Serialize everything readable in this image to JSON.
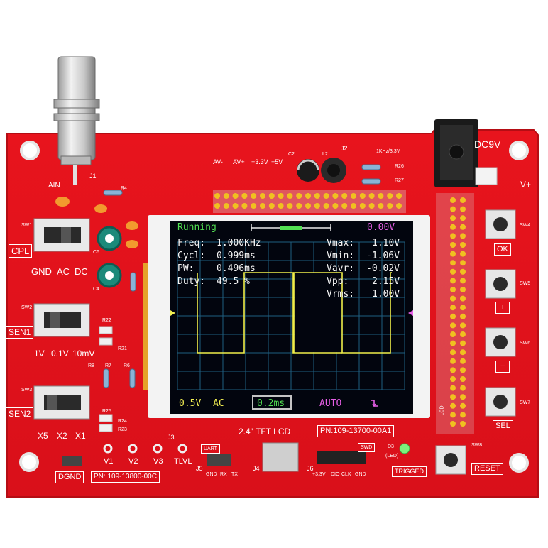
{
  "board": {
    "dc_label": "DC9V",
    "vplus_label": "V+",
    "ain_label": "AIN",
    "j1": "J1",
    "j2": "J2",
    "j3": "J3",
    "j4": "J4",
    "j5": "J5",
    "j6": "J6",
    "power_rails": [
      "AV-",
      "AV+",
      "+3.3V",
      "+5V"
    ],
    "cal_label": "1KHz/3.3V",
    "cpl_label": "CPL",
    "cpl_modes": [
      "GND",
      "AC",
      "DC"
    ],
    "sen1_label": "SEN1",
    "sen1_modes": [
      "1V",
      "0.1V",
      "10mV"
    ],
    "sen2_label": "SEN2",
    "sen2_modes": [
      "X5",
      "X2",
      "X1"
    ],
    "sw_labels": [
      "SW1",
      "SW2",
      "SW3",
      "SW4",
      "SW5",
      "SW6",
      "SW7",
      "SW8"
    ],
    "buttons": [
      "OK",
      "+",
      "−",
      "SEL"
    ],
    "reset_label": "RESET",
    "trigged_label": "TRIGGED",
    "d3_label": "D3",
    "led_label": "(LED)",
    "test_points": [
      "V1",
      "V2",
      "V3",
      "TLVL"
    ],
    "dgnd_label": "DGND",
    "pn_main": "PN: 109-13800-00C",
    "lcd_caption": "2.4\" TFT LCD",
    "pn_lcd": "PN:109-13700-00A1",
    "uart_label": "UART",
    "uart_pins": [
      "GND",
      "RX",
      "TX"
    ],
    "swd_label": "SWD",
    "swd_pins": [
      "+3.3V",
      "DIO",
      "CLK",
      "GND"
    ],
    "lcd_pin_label": "LCD",
    "components": [
      "R4",
      "C6",
      "C4",
      "R22",
      "R21",
      "R8",
      "R7",
      "R6",
      "R25",
      "R24",
      "R23",
      "R26",
      "R27",
      "L2",
      "C2"
    ]
  },
  "scope": {
    "status": "Running",
    "trigger_level": "0.00V",
    "measurements_left": [
      {
        "label": "Freq:",
        "value": "1.000KHz"
      },
      {
        "label": "Cycl:",
        "value": "0.999ms"
      },
      {
        "label": "PW:",
        "value": "0.496ms"
      },
      {
        "label": "Duty:",
        "value": "49.5 %"
      }
    ],
    "measurements_right": [
      {
        "label": "Vmax:",
        "value": "1.10V"
      },
      {
        "label": "Vmin:",
        "value": "-1.06V"
      },
      {
        "label": "Vavr:",
        "value": "-0.02V"
      },
      {
        "label": "Vpp:",
        "value": "2.15V"
      },
      {
        "label": "Vrms:",
        "value": "1.00V"
      }
    ],
    "volt_div": "0.5V",
    "coupling": "AC",
    "time_div": "0.2ms",
    "trigger_mode": "AUTO",
    "trigger_edge_icon": "falling-edge-icon",
    "trace_color": "#f0ee4a",
    "grid_color": "#1f5f80"
  },
  "colors": {
    "pcb": "#e3131b",
    "silk": "#ffffff"
  }
}
